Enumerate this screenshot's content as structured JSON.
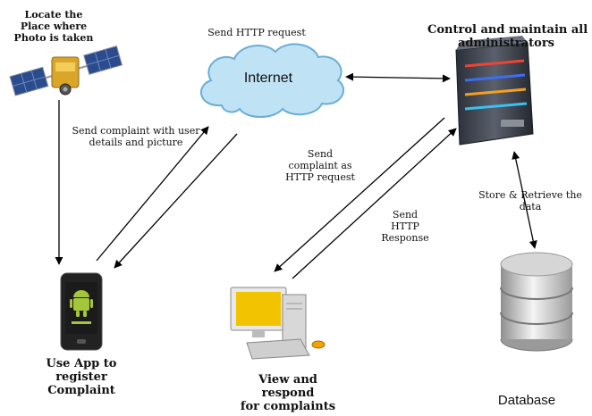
{
  "satellite": {
    "caption": [
      "Locate the",
      "Place where",
      "Photo is taken"
    ],
    "icon": "satellite-icon"
  },
  "internet": {
    "top_label": "Send HTTP request",
    "label": "Internet",
    "icon": "cloud-icon"
  },
  "server": {
    "caption": [
      "Control and maintain all",
      "administrators"
    ],
    "icon": "server-icon"
  },
  "phone": {
    "caption": [
      "Use App to",
      "register",
      "Complaint"
    ],
    "icon": "android-phone-icon"
  },
  "computer": {
    "caption": [
      "View and",
      "respond",
      "for complaints"
    ],
    "icon": "desktop-computer-icon"
  },
  "database": {
    "label": "Database",
    "icon": "database-icon"
  },
  "edges": {
    "phone_to_internet": [
      "Send complaint with user",
      "details and picture"
    ],
    "computer_to_server": [
      "Send",
      "complaint as",
      "HTTP request"
    ],
    "server_to_computer": [
      "Send",
      "HTTP",
      "Response"
    ],
    "server_database": [
      "Store & Retrieve the",
      "data"
    ]
  },
  "colors": {
    "cloud_fill": "#bfe3f5",
    "cloud_stroke": "#6aaed6",
    "arrow": "#000000",
    "android_green": "#a4c639",
    "server_body": "#3a3f4a"
  }
}
